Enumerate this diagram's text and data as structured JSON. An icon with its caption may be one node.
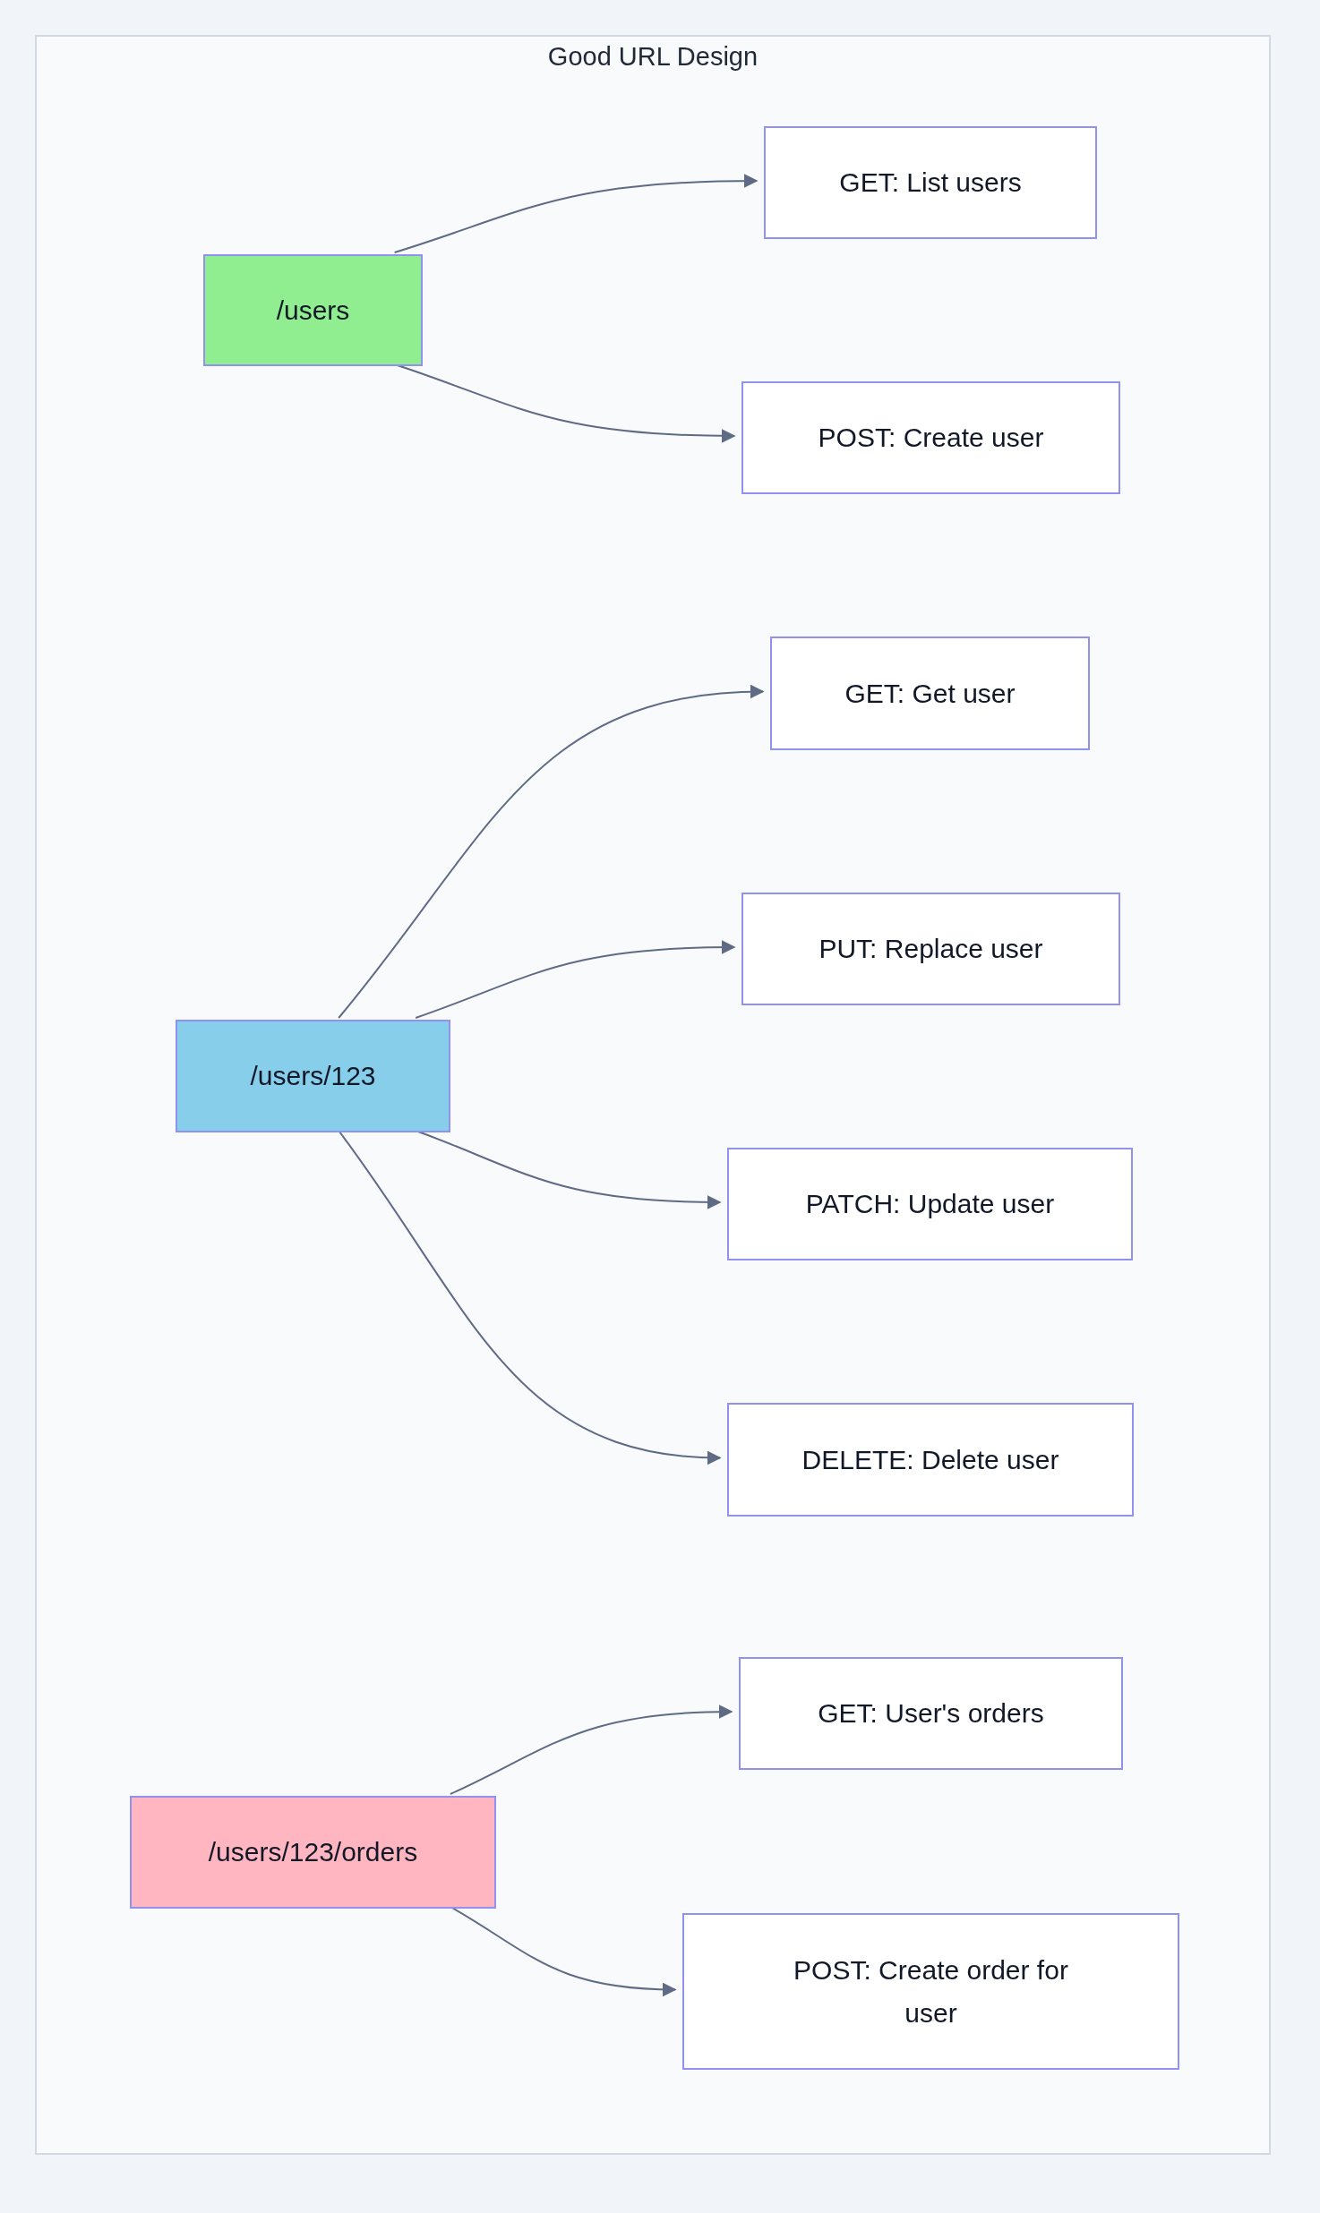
{
  "diagram": {
    "nodes": [
      {
        "text": [
          "Good URL Design"
        ]
      },
      {
        "text": [
          "/users"
        ],
        "in": 0
      },
      {
        "text": [
          "GET: List users"
        ],
        "in": 0
      },
      {
        "text": [
          "POST: Create user"
        ],
        "in": 0
      },
      {
        "text": [
          "GET: Get user"
        ],
        "in": 0
      },
      {
        "text": [
          "PUT: Replace user"
        ],
        "in": 0
      },
      {
        "text": [
          "/users/123"
        ],
        "in": 0
      },
      {
        "text": [
          "PATCH: Update user"
        ],
        "in": 0
      },
      {
        "text": [
          "DELETE: Delete user"
        ],
        "in": 0
      },
      {
        "text": [
          "GET: User's orders"
        ],
        "in": 0
      },
      {
        "text": [
          "/users/123/orders"
        ],
        "in": 0
      },
      {
        "text": [
          "POST: Create order for user"
        ],
        "in": 0
      }
    ],
    "edges": [
      {
        "from": 1,
        "to": 2,
        "arrow": "to"
      },
      {
        "from": 1,
        "to": 3,
        "arrow": "to"
      },
      {
        "from": 6,
        "to": 4,
        "arrow": "to"
      },
      {
        "from": 6,
        "to": 5,
        "arrow": "to"
      },
      {
        "from": 6,
        "to": 7,
        "arrow": "to"
      },
      {
        "from": 6,
        "to": 8,
        "arrow": "to"
      },
      {
        "from": 10,
        "to": 9,
        "arrow": "to"
      },
      {
        "from": 10,
        "to": 11,
        "arrow": "to"
      }
    ]
  }
}
